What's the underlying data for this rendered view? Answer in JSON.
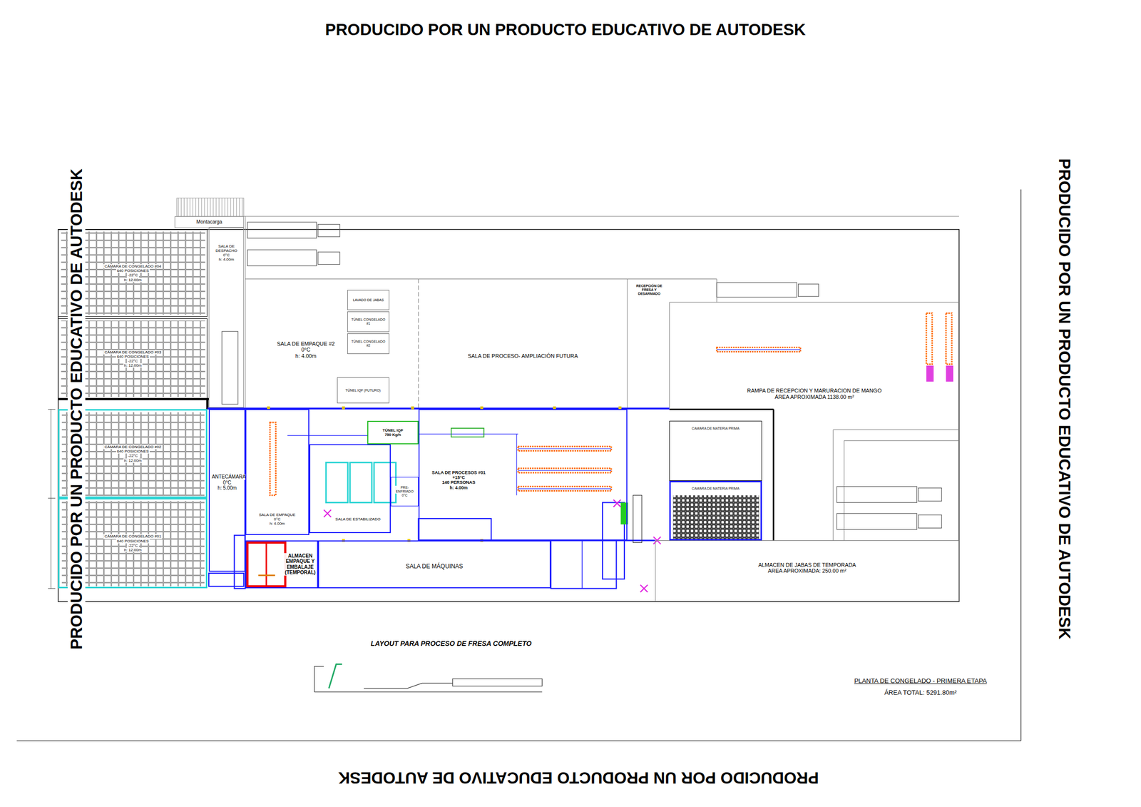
{
  "diagram": {
    "nodes": [
      {
        "text": [
          "CÁMARA DE CONGELADO #04",
          "640 POSICIONES",
          "-22°C",
          "h: 12.00m"
        ]
      },
      {
        "text": [
          "CÁMARA DE CONGELADO #03",
          "640 POSICIONES",
          "-22°C",
          "h: 12.00m"
        ]
      },
      {
        "text": [
          "CÁMARA DE CONGELADO #02",
          "640 POSICIONES",
          "-22°C",
          "h: 12.00m"
        ]
      },
      {
        "text": [
          "CÁMARA DE CONGELADO #01",
          "640 POSICIONES",
          "-22°C",
          "h: 12.00m"
        ]
      },
      {
        "text": [
          "Montacarga"
        ]
      },
      {
        "text": [
          "SALA DE DESPACHO",
          "0°C",
          "h: 4.00m"
        ]
      },
      {
        "text": [
          "SALA DE EMPAQUE #2",
          "0°C",
          "h: 4.00m"
        ]
      },
      {
        "text": [
          "LAVADO DE JABAS"
        ],
        "in": 6
      },
      {
        "text": [
          "TÚNEL CONGELADO #1"
        ],
        "in": 6
      },
      {
        "text": [
          "TÚNEL CONGELADO #2"
        ],
        "in": 6
      },
      {
        "text": [
          "TÚNEL IQF (FUTURO)"
        ],
        "in": 6
      },
      {
        "text": [
          "SALA DE PROCESO- AMPLIACIÓN FUTURA"
        ]
      },
      {
        "text": [
          "RECEPCIÓN DE FRESA Y DESARMADO"
        ]
      },
      {
        "text": [
          "RAMPA DE RECEPCION Y MARURACION DE MANGO",
          "ÁREA APROXIMADA 1138.00 m²"
        ]
      },
      {
        "text": [
          "ANTECÁMARA",
          "0°C",
          "h: 5.00m"
        ]
      },
      {
        "text": [
          "SALA DE EMPAQUE",
          "0°C",
          "h: 4.00m"
        ]
      },
      {
        "text": [
          "TÚNEL IQF",
          "750 Kg/h"
        ]
      },
      {
        "text": [
          "SALA DE ESTABILIZADO"
        ]
      },
      {
        "text": [
          "PRE-ENFRIADO",
          "0°C"
        ]
      },
      {
        "text": [
          "SALA DE PROCESOS #01",
          "+15°C",
          "140 PERSONAS",
          "h: 4.00m"
        ]
      },
      {
        "text": [
          "CAMARA DE MATERIA PRIMA"
        ]
      },
      {
        "text": [
          "CAMARA DE MATERIA PRIMA"
        ]
      },
      {
        "text": [
          "ALMACEN EMPAQUE Y EMBALAJE (TEMPORAL)"
        ]
      },
      {
        "text": [
          "SALA DE MÁQUINAS"
        ]
      },
      {
        "text": [
          "ALMACEN DE JABAS DE TEMPORADA",
          "AREA APROXIMADA: 250.00 m²"
        ]
      }
    ],
    "labels": [
      "PRODUCIDO POR UN PRODUCTO EDUCATIVO DE AUTODESK",
      "PRODUCIDO POR UN PRODUCTO EDUCATIVO DE AUTODESK",
      "PRODUCIDO POR UN PRODUCTO EDUCATIVO DE AUTODESK",
      "PRODUCIDO POR UN PRODUCTO EDUCATIVO DE AUTODESK",
      "LAYOUT PARA PROCESO DE FRESA COMPLETO",
      "PLANTA DE CONGELADO - PRIMERA ETAPA",
      "ÁREA TOTAL: 5291.80m²"
    ]
  }
}
